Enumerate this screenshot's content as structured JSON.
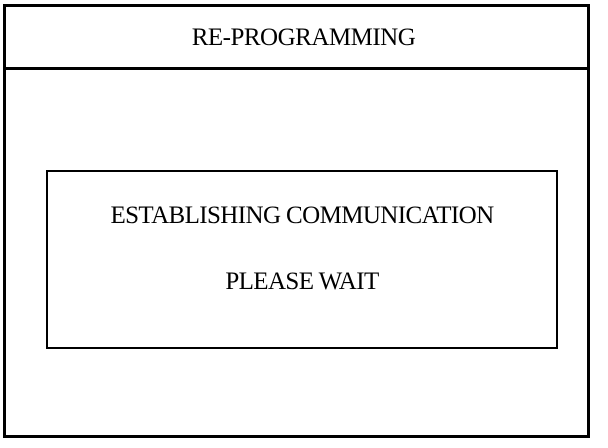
{
  "dialog": {
    "title": "RE-PROGRAMMING",
    "message_line_1": "ESTABLISHING COMMUNICATION",
    "message_line_2": "PLEASE WAIT"
  },
  "colors": {
    "background": "#ffffff",
    "foreground": "#000000"
  }
}
